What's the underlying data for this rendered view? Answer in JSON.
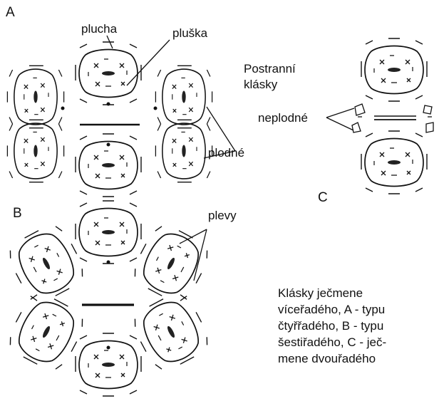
{
  "labels": {
    "panel_a": "A",
    "panel_b": "B",
    "panel_c": "C",
    "plucha": "plucha",
    "pluska": "pluška",
    "plodne": "plodné",
    "plevy": "plevy",
    "postranni_line1": "Postranní",
    "postranni_line2": "klásky",
    "neplodne": "neplodné"
  },
  "caption": {
    "line1": "Klásky ječmene",
    "line2": "víceřadého, A - typu",
    "line3": "čtyřřadého, B - typu",
    "line4": "šestiřadého, C - ječ-",
    "line5": "mene dvouřadého"
  }
}
